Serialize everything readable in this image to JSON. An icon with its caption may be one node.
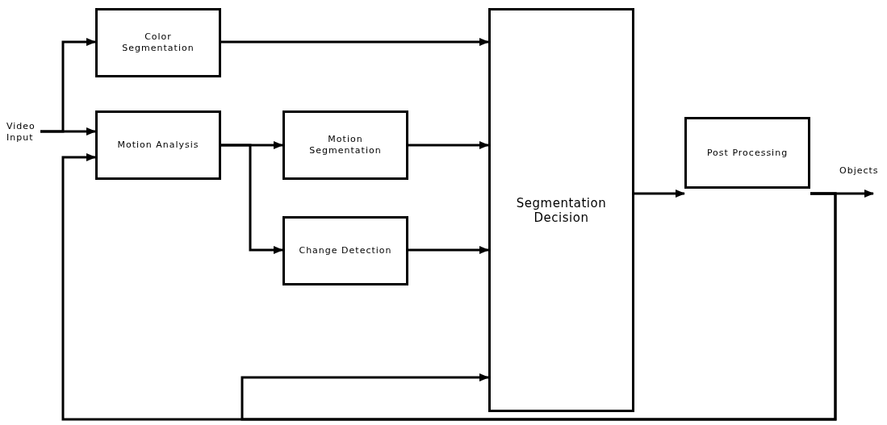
{
  "diagram": {
    "nodes": [
      {
        "text": [
          "Video Input"
        ]
      },
      {
        "text": [
          "Color Segmentation"
        ]
      },
      {
        "text": [
          "Motion Analysis"
        ]
      },
      {
        "text": [
          "Motion Segmentation"
        ]
      },
      {
        "text": [
          "Change Detection"
        ]
      },
      {
        "text": [
          "Segmentation Decision"
        ]
      },
      {
        "text": [
          "Post Processing"
        ]
      }
    ],
    "edges": [
      {
        "from": 0,
        "to": 1,
        "arrow": "to"
      },
      {
        "from": 0,
        "to": 2,
        "arrow": "to"
      },
      {
        "from": 1,
        "to": 5,
        "arrow": "to"
      },
      {
        "from": 2,
        "to": 3,
        "arrow": "to"
      },
      {
        "from": 2,
        "to": 4,
        "arrow": "to"
      },
      {
        "from": 3,
        "to": 5,
        "arrow": "to"
      },
      {
        "from": 4,
        "to": 5,
        "arrow": "to"
      },
      {
        "from": 5,
        "to": 6,
        "arrow": "to"
      },
      {
        "from": 6,
        "to": null,
        "arrow": "to"
      },
      {
        "from": 6,
        "to": 2,
        "arrow": "to"
      },
      {
        "from": 6,
        "to": 5,
        "arrow": "to"
      }
    ],
    "labels": [
      "Objects"
    ]
  }
}
